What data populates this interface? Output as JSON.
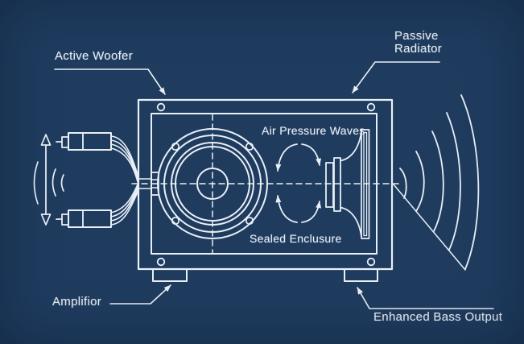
{
  "colors": {
    "background": "#1f3c5f",
    "line": "#e9eff7",
    "text": "#e9eff7"
  },
  "labels": {
    "active_woofer": "Active Woofer",
    "passive_radiator": "Passive Radiator",
    "air_pressure_waves": "Air Pressure Waves",
    "sealed_enclosure": "Sealed Enclusure",
    "amplifier": "Amplifior",
    "enhanced_bass_output": "Enhanced Bass Output"
  },
  "parts": [
    "speaker-enclosure-outline",
    "active-woofer-front-view",
    "passive-radiator-profile",
    "input-plug-connectors",
    "vibration-arrows",
    "air-pressure-wave-arrows",
    "bass-output-sound-waves"
  ]
}
